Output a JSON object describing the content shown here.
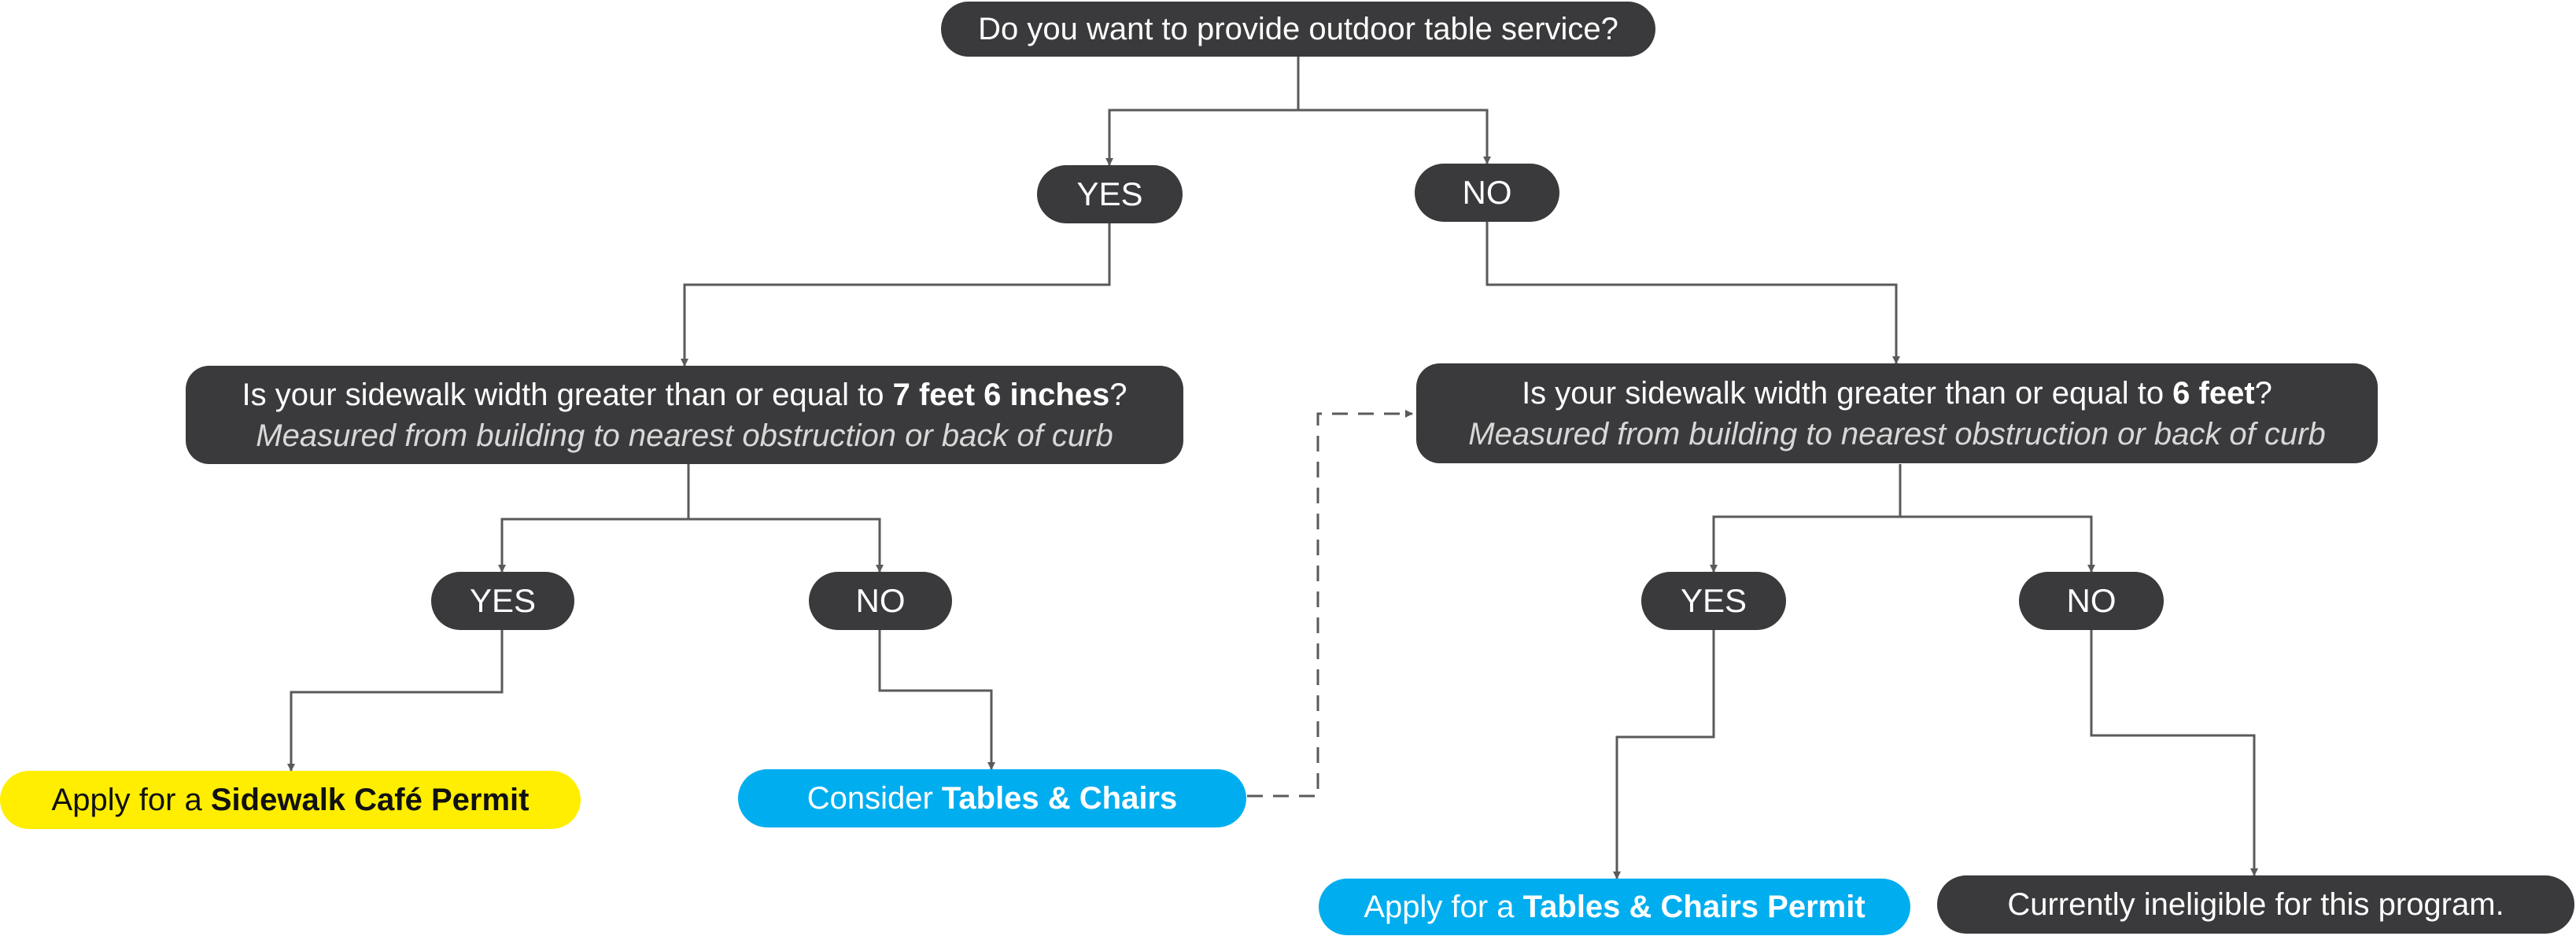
{
  "root": {
    "question": "Do you want to provide outdoor table service?"
  },
  "top_branches": {
    "yes": "YES",
    "no": "NO"
  },
  "left_question": {
    "prefix": "Is your sidewalk width greater than or equal to ",
    "bold": "7 feet 6 inches",
    "suffix": "?",
    "note": "Measured from building to nearest obstruction or back of curb",
    "yes": "YES",
    "no": "NO"
  },
  "right_question": {
    "prefix": "Is your sidewalk width greater than or equal to ",
    "bold": "6 feet",
    "suffix": "?",
    "note": "Measured from building to nearest obstruction or back of curb",
    "yes": "YES",
    "no": "NO"
  },
  "outcomes": {
    "sidewalk_cafe": {
      "prefix": "Apply for a ",
      "bold": "Sidewalk Café Permit"
    },
    "consider_tables": {
      "prefix": "Consider ",
      "bold": "Tables & Chairs"
    },
    "tables_permit": {
      "prefix": "Apply for a ",
      "bold": "Tables & Chairs Permit"
    },
    "ineligible": {
      "text": "Currently ineligible for this program."
    }
  },
  "colors": {
    "node_dark": "#3a3a3c",
    "connector": "#5a5a5a",
    "highlight_yellow": "#ffee00",
    "highlight_blue": "#00aeef"
  }
}
